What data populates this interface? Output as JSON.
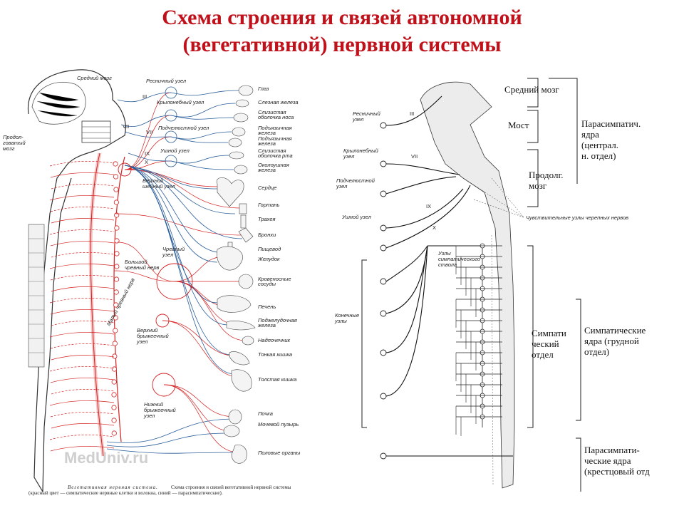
{
  "title": {
    "line1": "Схема строения и связей автономной",
    "line2": "(вегетативной) нервной системы"
  },
  "left": {
    "brain_labels": {
      "midbrain": "Средний мозг",
      "medulla": "Продол-\nговатый\nмозг"
    },
    "ganglia": {
      "ciliary": "Ресничный узел",
      "pterygo": "Крылонебный узел",
      "submandibular": "Подчелюстной узел",
      "otic": "Ушной узел",
      "sup_cervical": "Верхний\nшейный узел",
      "greater_splanchnic": "Большой\nчревный нерв",
      "lesser_splanchnic": "Малый чревный нерв",
      "celiac": "Чревный\nузел",
      "sup_mesenteric": "Верхний\nбрыжеечный\nузел",
      "inf_mesenteric": "Нижний\nбрыжеечный\nузел"
    },
    "nerve_numbers": [
      "III",
      "VII",
      "VII",
      "IX",
      "X"
    ],
    "organs": [
      "Глаз",
      "Слезная железа",
      "Слизистая\nоболочка носа",
      "Подъязычная\nжелеза",
      "Подъязычная\nжелеза",
      "Слизистая\nоболочка рта",
      "Околоушная\nжелеза",
      "Сердце",
      "Гортань",
      "Трахея",
      "Бронхи",
      "Пищевод",
      "Желудок",
      "Кровеносные\nсосуды",
      "Печень",
      "Поджелудочная\nжелеза",
      "Надпочечник",
      "Тонкая кишка",
      "Толстая кишка",
      "Почка",
      "Мочевой пузырь",
      "Половые органы"
    ],
    "caption_bold": "Вегетативная нервная система.",
    "caption": "Схема строения и связей вегетативной нервной системы",
    "caption2": "(красный цвет — симпатические нервные клетки и волокна, синий — парасимпатические).",
    "watermark": "MedUniv.ru",
    "colors": {
      "sympathetic": "#d42020",
      "parasympathetic": "#2a5e9a"
    }
  },
  "right": {
    "ganglia_labels": {
      "ciliary": "Ресничный\nузел",
      "pterygo": "Крылонебный\nузел",
      "submandibular": "Подчелюстной\nузел",
      "otic": "Ушной узел",
      "terminal": "Конечные\nузлы",
      "sympathetic_trunk": "Узлы\nсимпатического\nствола",
      "sensory": "Чувствительные узлы черепных нервов"
    },
    "nerve_numbers": [
      "III",
      "VII",
      "IX",
      "X"
    ],
    "boxes": {
      "midbrain": "Средний мозг",
      "pons": "Мост",
      "medulla": "Продолг.\nмозг",
      "para_nuclei": "Парасимпатич.\nядра\n(централ.\nн. отдел)",
      "symp_dept": "Симпати\nческий\nотдел",
      "symp_nuclei": "Симпатические\nядра (грудной\nотдел)",
      "para_sacral": "Парасимпати-\nческие ядра\n(крестцовый отд"
    }
  }
}
